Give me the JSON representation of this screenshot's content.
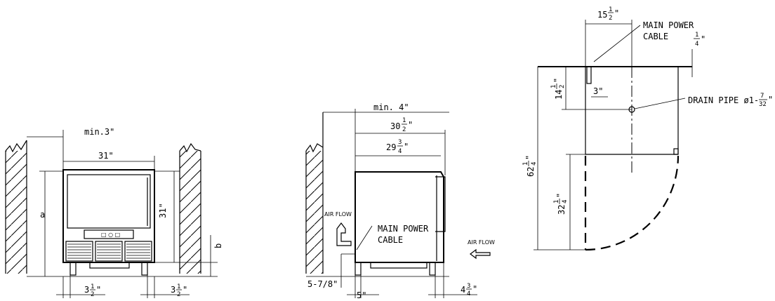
{
  "front_view": {
    "min_clearance": "min.3\"",
    "width": "31\"",
    "height": "31\"",
    "label_a": "a",
    "label_b": "b",
    "leg_left_whole": "3",
    "leg_left_num": "1",
    "leg_left_den": "2",
    "leg_left_unit": "\"",
    "leg_right_whole": "3",
    "leg_right_num": "1",
    "leg_right_den": "2",
    "leg_right_unit": "\"",
    "panel_text": "□ ○ □"
  },
  "side_view": {
    "min_clearance": "min. 4\"",
    "depth_total_whole": "30",
    "depth_total_num": "1",
    "depth_total_den": "2",
    "depth_total_unit": "\"",
    "depth_body_whole": "29",
    "depth_body_num": "3",
    "depth_body_den": "4",
    "depth_body_unit": "\"",
    "air_flow_left": "AIR FLOW",
    "air_flow_right": "AIR FLOW",
    "main_power_line1": "MAIN POWER",
    "main_power_line2": "CABLE",
    "cable_height": "5-7/8\"",
    "rear_leg": "5\"",
    "front_leg_whole": "4",
    "front_leg_num": "3",
    "front_leg_den": "4",
    "front_leg_unit": "\""
  },
  "top_view": {
    "width_whole": "15",
    "width_num": "1",
    "width_den": "2",
    "width_unit": "\"",
    "main_power_line1": "MAIN POWER",
    "main_power_line2": "CABLE",
    "quarter_num": "1",
    "quarter_den": "4",
    "quarter_unit": "\"",
    "cable_offset": "3\"",
    "drain_label": "DRAIN PIPE ø1-",
    "drain_num": "7",
    "drain_den": "32",
    "drain_unit": "\"",
    "depth_whole": "14",
    "depth_num": "1",
    "depth_den": "2",
    "depth_unit": "\"",
    "total_whole": "62",
    "total_num": "1",
    "total_den": "4",
    "total_unit": "\"",
    "door_whole": "32",
    "door_num": "1",
    "door_den": "4",
    "door_unit": "\""
  }
}
